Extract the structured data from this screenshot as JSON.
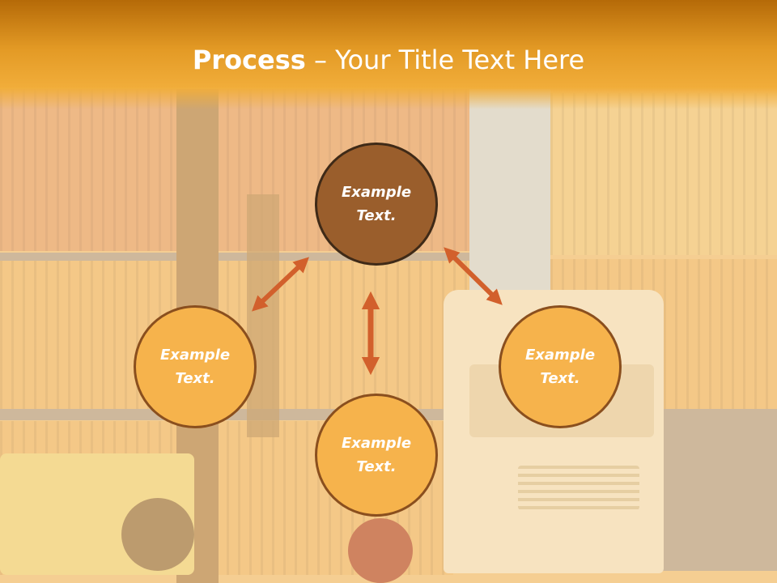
{
  "slide": {
    "title_bold": "Process",
    "title_rest": " – Your Title Text Here"
  },
  "process": {
    "center": {
      "line1": "Example",
      "line2": "Text."
    },
    "left": {
      "line1": "Example",
      "line2": "Text."
    },
    "right": {
      "line1": "Example",
      "line2": "Text."
    },
    "bottom": {
      "line1": "Example",
      "line2": "Text."
    }
  },
  "colors": {
    "banner": "#e39a25",
    "center_circle": "#9a5e2c",
    "outer_circles": "#f6b34c",
    "arrows": "#d2602c"
  }
}
